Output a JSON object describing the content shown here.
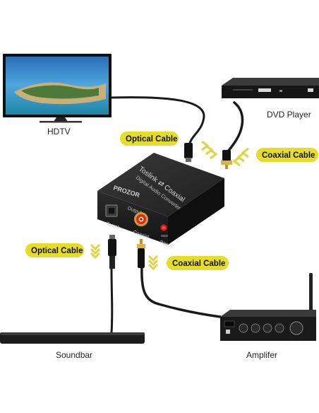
{
  "devices": {
    "hdtv": "HDTV",
    "dvd_player": "DVD Player",
    "soundbar": "Soundbar",
    "amplifier": "Amplifer"
  },
  "cables": {
    "optical_top": "Optical Cable",
    "coaxial_top": "Coaxial Cable",
    "optical_bottom": "Optical Cable",
    "coaxial_bottom": "Coaxial Cable"
  },
  "converter": {
    "brand": "PROZOR",
    "title_line1": "Toslink ⇄ Coaxial",
    "title_line2": "Digital Audio Converter",
    "output_label": "Output",
    "port_toslink": "Tosink",
    "port_coaxial": "Coaxial",
    "port_power": "Power"
  },
  "colors": {
    "label_pill": "#e5dd2a",
    "device_body": "#2a2a2a",
    "cable": "#1a1a1a",
    "arrow": "#ddd642",
    "led": "#e52020"
  }
}
